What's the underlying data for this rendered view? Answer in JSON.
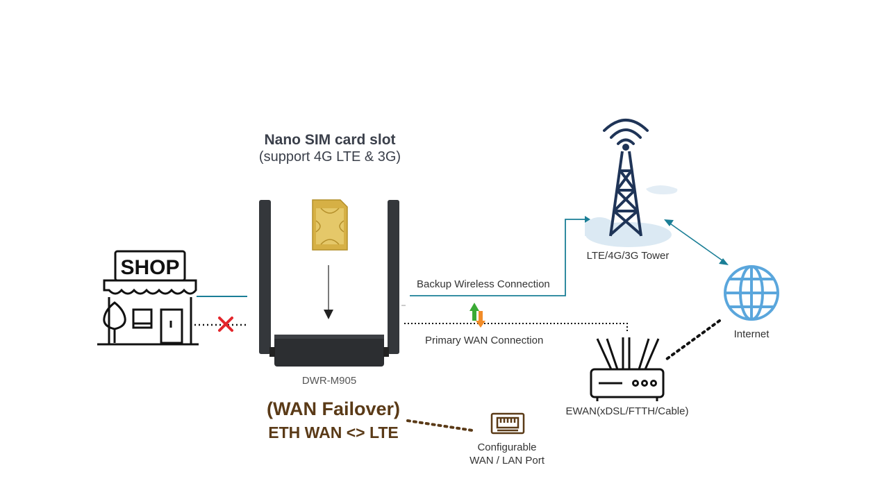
{
  "sim_slot": {
    "title": "Nano SIM card slot",
    "subtitle": "(support 4G LTE & 3G)"
  },
  "shop": {
    "sign": "SHOP"
  },
  "router": {
    "model": "DWR-M905"
  },
  "mode": {
    "title": "(WAN Failover)",
    "subtitle": "ETH WAN <> LTE"
  },
  "port": {
    "line1": "Configurable",
    "line2": "WAN / LAN Port"
  },
  "connections": {
    "backup": "Backup Wireless Connection",
    "primary": "Primary WAN Connection"
  },
  "tower": {
    "label": "LTE/4G/3G Tower"
  },
  "internet": {
    "label": "Internet"
  },
  "ewan": {
    "label": "EWAN(xDSL/FTTH/Cable)"
  },
  "colors": {
    "teal": "#1a7e96",
    "tower_navy": "#1f3457",
    "globe_blue": "#5aa6dc",
    "fail_red": "#e3262b",
    "brown": "#5a3a17",
    "arrow_green": "#3aaa35",
    "arrow_orange": "#f28c28"
  }
}
